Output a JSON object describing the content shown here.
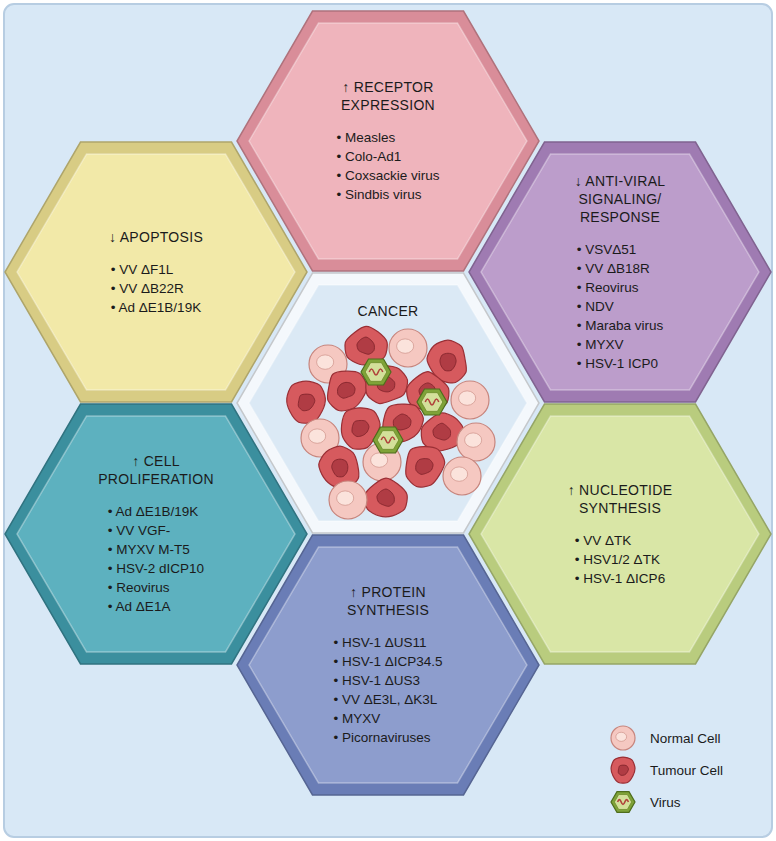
{
  "diagram": {
    "nodes": [
      {
        "text": [
          "↑ RECEPTOR EXPRESSION",
          "• Measles",
          "• Colo-Ad1",
          "• Coxsackie virus",
          "• Sindbis virus"
        ]
      },
      {
        "text": [
          "↓ APOPTOSIS",
          "• VV ΔF1L",
          "• VV ΔB22R",
          "• Ad ΔE1B/19K"
        ]
      },
      {
        "text": [
          "↓ ANTI-VIRAL SIGNALING/ RESPONSE",
          "• VSVΔ51",
          "• VV ΔB18R",
          "• Reovirus",
          "• NDV",
          "• Maraba virus",
          "• MYXV",
          "• HSV-1 ICP0"
        ]
      },
      {
        "text": [
          "CANCER"
        ]
      },
      {
        "text": [
          "↑ CELL PROLIFERATION",
          "• Ad ΔE1B/19K",
          "• VV VGF-",
          "• MYXV M-T5",
          "• HSV-2 dICP10",
          "• Reovirus",
          "• Ad ΔE1A"
        ]
      },
      {
        "text": [
          "↑ NUCLEOTIDE SYNTHESIS",
          "• VV ΔTK",
          "• HSV1/2 ΔTK",
          "• HSV-1 ΔICP6"
        ]
      },
      {
        "text": [
          "↑ PROTEIN SYNTHESIS",
          "• HSV-1 ΔUS11",
          "• HSV-1 ΔICP34.5",
          "• HSV-1 ΔUS3",
          "• VV ΔE3L, ΔK3L",
          "• MYXV",
          "• Picornaviruses"
        ]
      }
    ],
    "legend": [
      {
        "text": "Normal Cell"
      },
      {
        "text": "Tumour Cell"
      },
      {
        "text": "Virus"
      }
    ]
  }
}
